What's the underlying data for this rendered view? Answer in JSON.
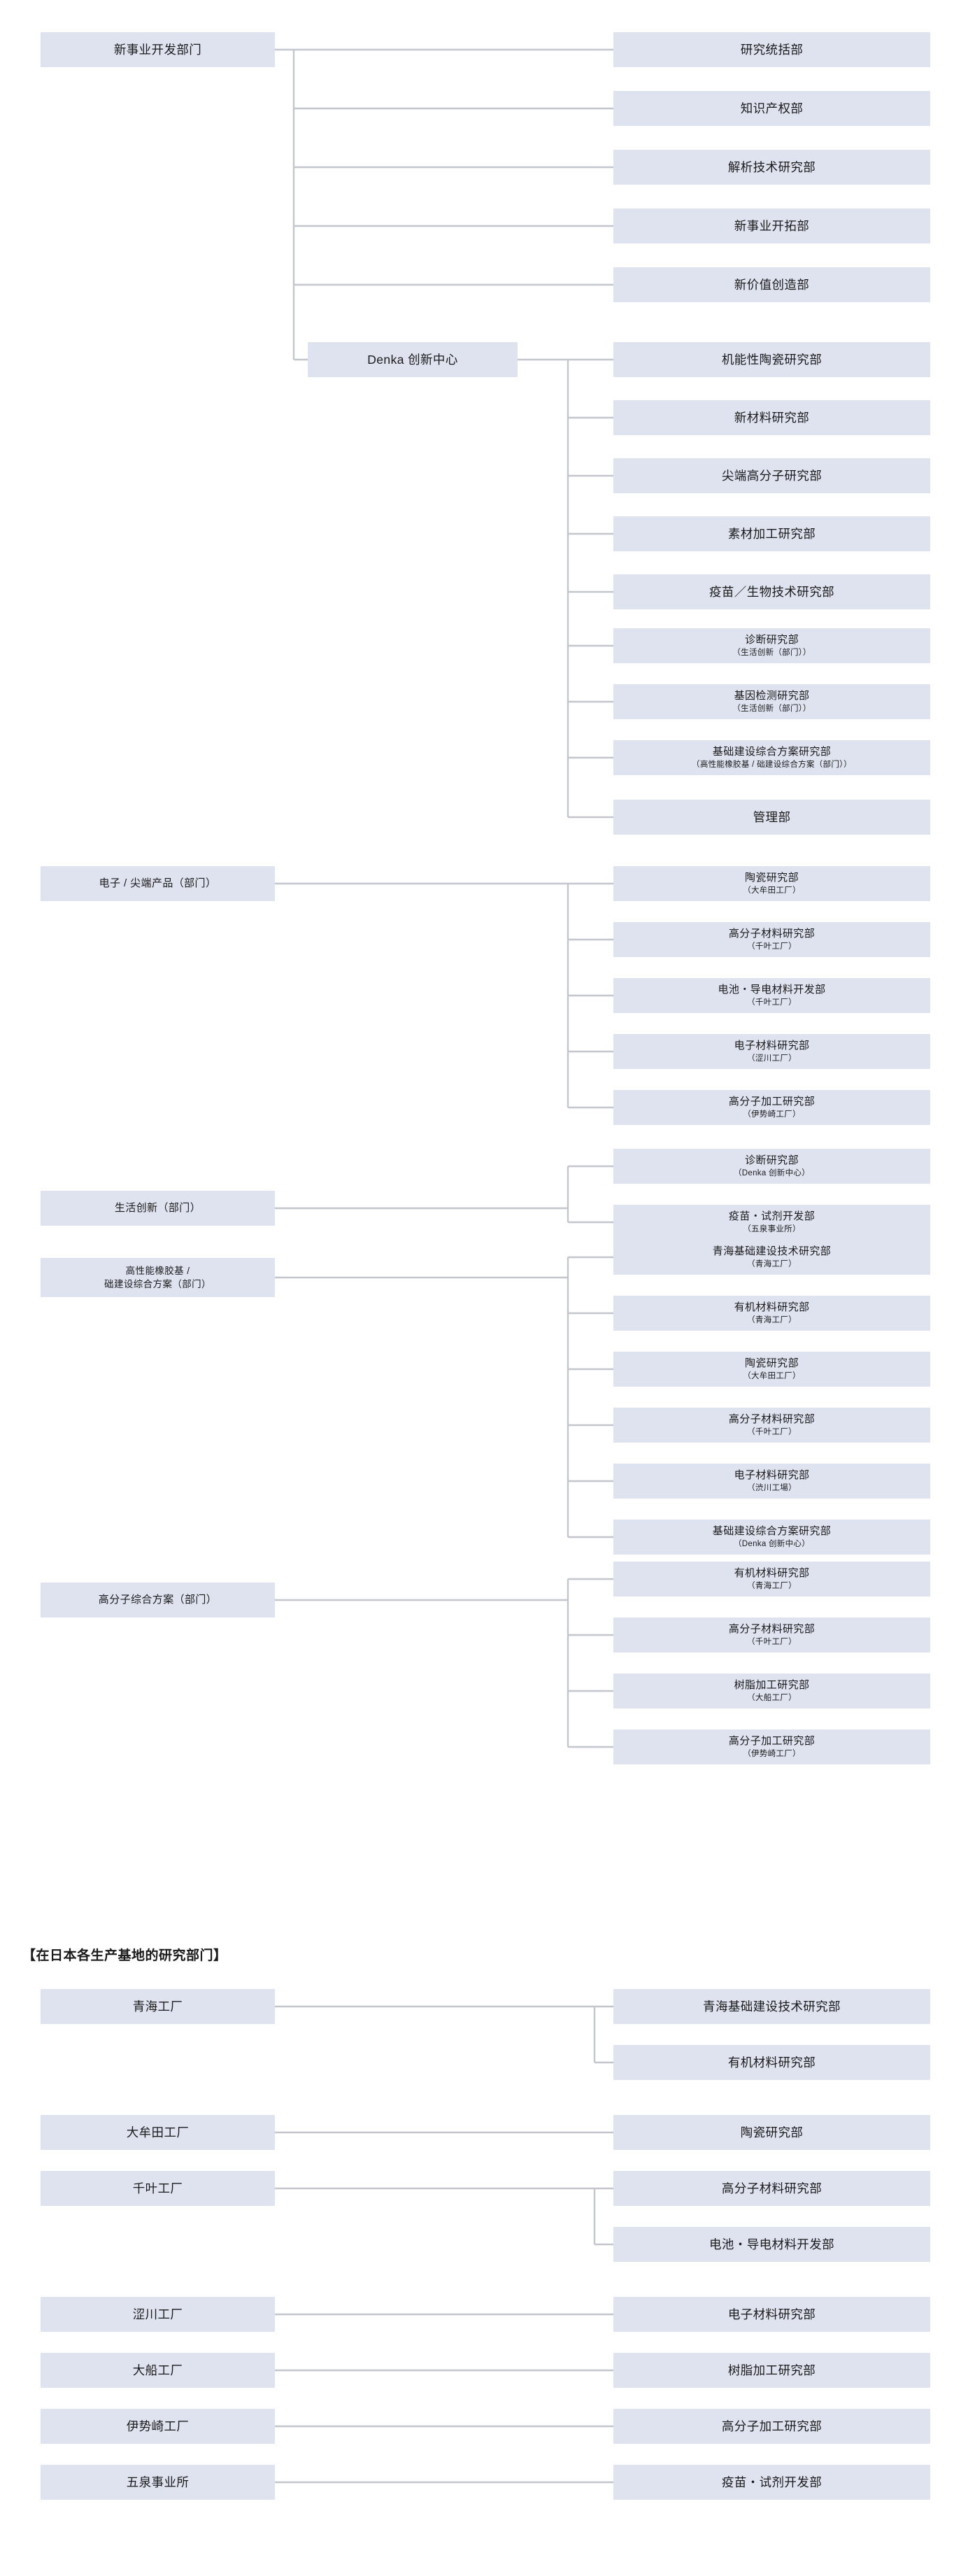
{
  "theme": {
    "box_fill": "#dfe3f0",
    "connector_color": "#c3c6cc",
    "text_color": "#1a1a1a",
    "page_background": "#ffffff"
  },
  "section1": {
    "groups": [
      {
        "parent": {
          "label": "新事业开发部门"
        },
        "children": [
          {
            "label": "研究统括部"
          },
          {
            "label": "知识产权部"
          },
          {
            "label": "解析技术研究部"
          },
          {
            "label": "新事业开拓部"
          },
          {
            "label": "新价值创造部"
          }
        ]
      },
      {
        "parent": {
          "label": "Denka 创新中心"
        },
        "children": [
          {
            "label": "机能性陶瓷研究部"
          },
          {
            "label": "新材料研究部"
          },
          {
            "label": "尖端高分子研究部"
          },
          {
            "label": "素材加工研究部"
          },
          {
            "label": "疫苗／生物技术研究部"
          },
          {
            "label": "诊断研究部",
            "sub": "（生活创新（部门））"
          },
          {
            "label": "基因检测研究部",
            "sub": "（生活创新（部门））"
          },
          {
            "label": "基础建设综合方案研究部",
            "sub": "（高性能橡胶基 / 础建设综合方案（部门））"
          },
          {
            "label": "管理部"
          }
        ]
      },
      {
        "parent": {
          "label": "电子 / 尖端产品（部门）"
        },
        "children": [
          {
            "label": "陶瓷研究部",
            "sub": "（大牟田工厂）"
          },
          {
            "label": "高分子材料研究部",
            "sub": "（千叶工厂）"
          },
          {
            "label": "电池・导电材料开发部",
            "sub": "（千叶工厂）"
          },
          {
            "label": "电子材料研究部",
            "sub": "（涩川工厂）"
          },
          {
            "label": "高分子加工研究部",
            "sub": "（伊势崎工厂）"
          }
        ]
      },
      {
        "parent": {
          "label": "生活创新（部门）"
        },
        "children": [
          {
            "label": "诊断研究部",
            "sub": "（Denka 创新中心）"
          },
          {
            "label": "疫苗・试剂开发部",
            "sub": "（五泉事业所）"
          }
        ]
      },
      {
        "parent": {
          "label_line1": "高性能橡胶基 /",
          "label_line2": "础建设综合方案（部门）"
        },
        "children": [
          {
            "label": "青海基础建设技术研究部",
            "sub": "（青海工厂）"
          },
          {
            "label": "有机材料研究部",
            "sub": "（青海工厂）"
          },
          {
            "label": "陶瓷研究部",
            "sub": "（大牟田工厂）"
          },
          {
            "label": "高分子材料研究部",
            "sub": "（千叶工厂）"
          },
          {
            "label": "电子材料研究部",
            "sub": "（渋川工場）"
          },
          {
            "label": "基础建设综合方案研究部",
            "sub": "（Denka 创新中心）"
          }
        ]
      },
      {
        "parent": {
          "label": "高分子综合方案（部门）"
        },
        "children": [
          {
            "label": "有机材料研究部",
            "sub": "（青海工厂）"
          },
          {
            "label": "高分子材料研究部",
            "sub": "（千叶工厂）"
          },
          {
            "label": "树脂加工研究部",
            "sub": "（大船工厂）"
          },
          {
            "label": "高分子加工研究部",
            "sub": "（伊势崎工厂）"
          }
        ]
      }
    ]
  },
  "section2": {
    "heading": "【在日本各生产基地的研究部门】",
    "groups": [
      {
        "parent": {
          "label": "青海工厂"
        },
        "children": [
          {
            "label": "青海基础建设技术研究部"
          },
          {
            "label": "有机材料研究部"
          }
        ]
      },
      {
        "parent": {
          "label": "大牟田工厂"
        },
        "children": [
          {
            "label": "陶瓷研究部"
          }
        ]
      },
      {
        "parent": {
          "label": "千叶工厂"
        },
        "children": [
          {
            "label": "高分子材料研究部"
          },
          {
            "label": "电池・导电材料开发部"
          }
        ]
      },
      {
        "parent": {
          "label": "涩川工厂"
        },
        "children": [
          {
            "label": "电子材料研究部"
          }
        ]
      },
      {
        "parent": {
          "label": "大船工厂"
        },
        "children": [
          {
            "label": "树脂加工研究部"
          }
        ]
      },
      {
        "parent": {
          "label": "伊势崎工厂"
        },
        "children": [
          {
            "label": "高分子加工研究部"
          }
        ]
      },
      {
        "parent": {
          "label": "五泉事业所"
        },
        "children": [
          {
            "label": "疫苗・试剂开发部"
          }
        ]
      }
    ]
  }
}
